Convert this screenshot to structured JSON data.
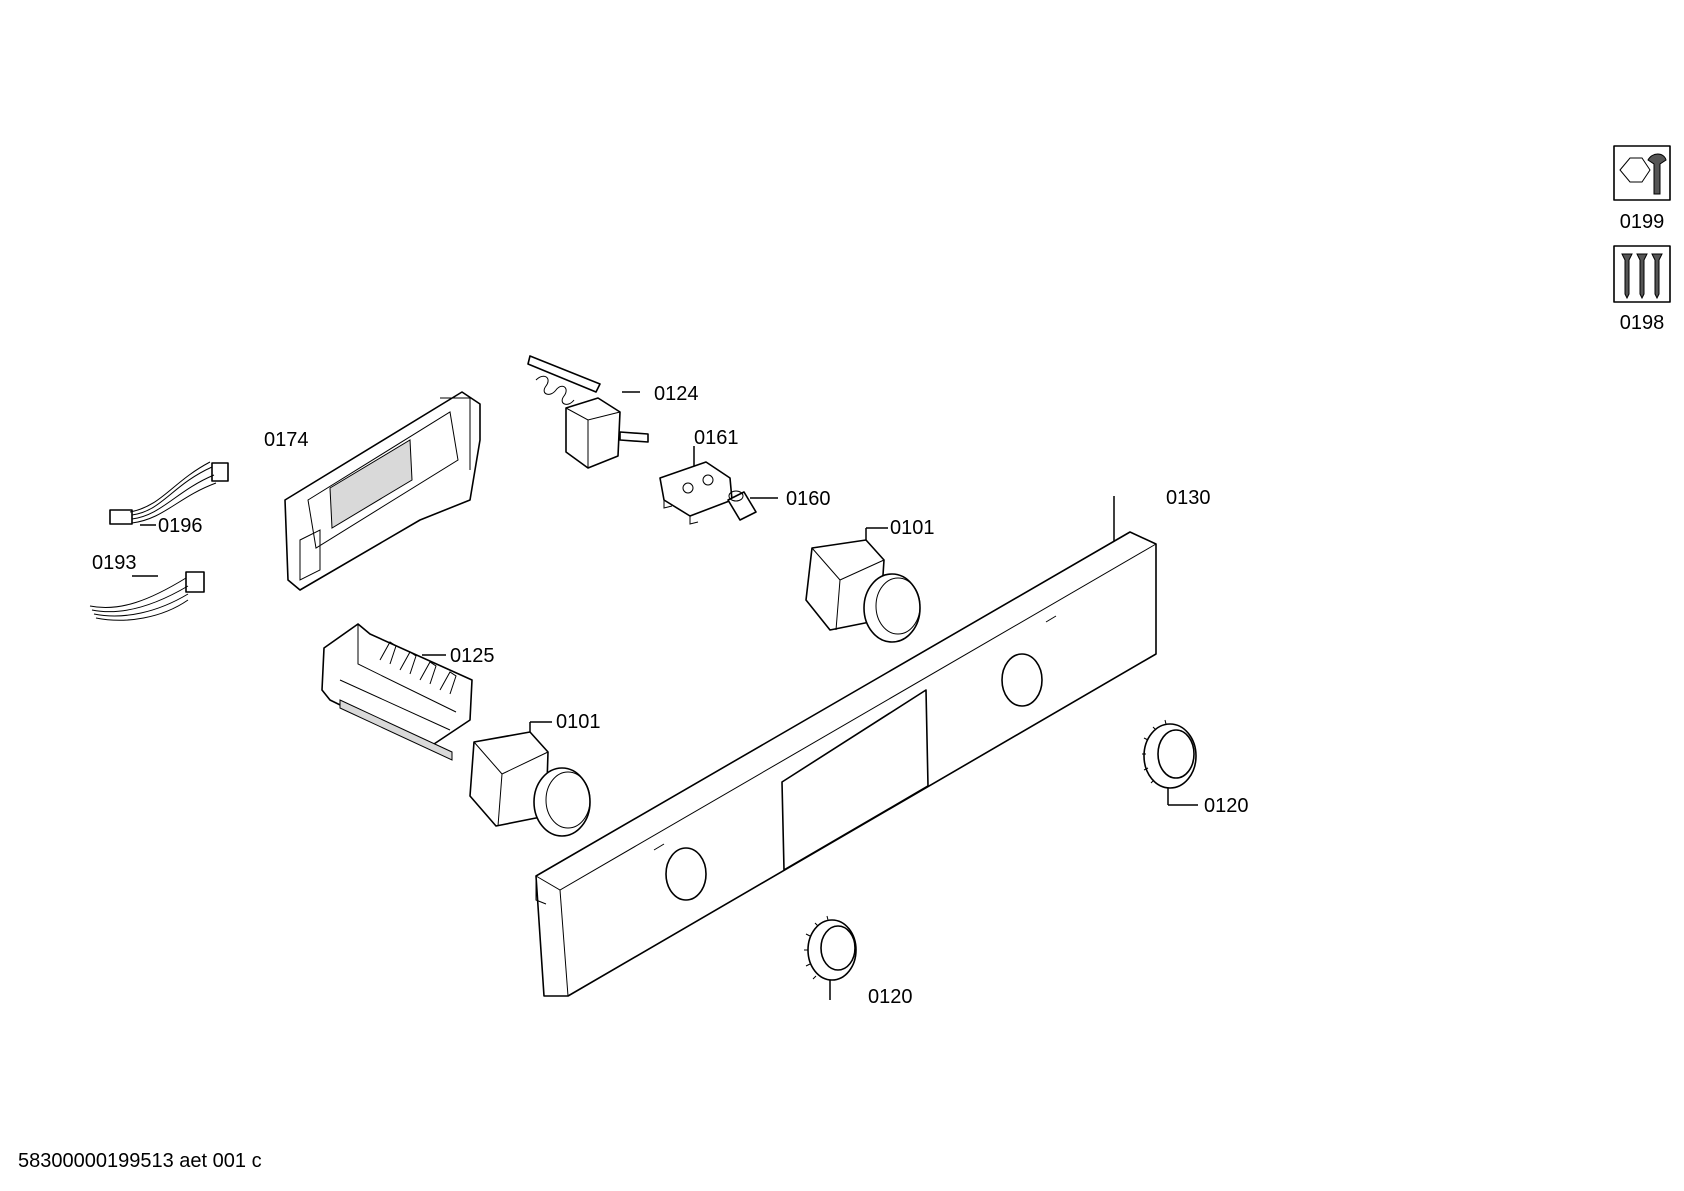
{
  "labels": {
    "p0124": "0124",
    "p0161": "0161",
    "p0160": "0160",
    "p0174": "0174",
    "p0196": "0196",
    "p0193": "0193",
    "p0130": "0130",
    "p0101a": "0101",
    "p0101b": "0101",
    "p0125": "0125",
    "p0120a": "0120",
    "p0120b": "0120"
  },
  "legend": {
    "tool_kit": "0199",
    "screws": "0198"
  },
  "footer": "58300000199513 aet 001 c"
}
